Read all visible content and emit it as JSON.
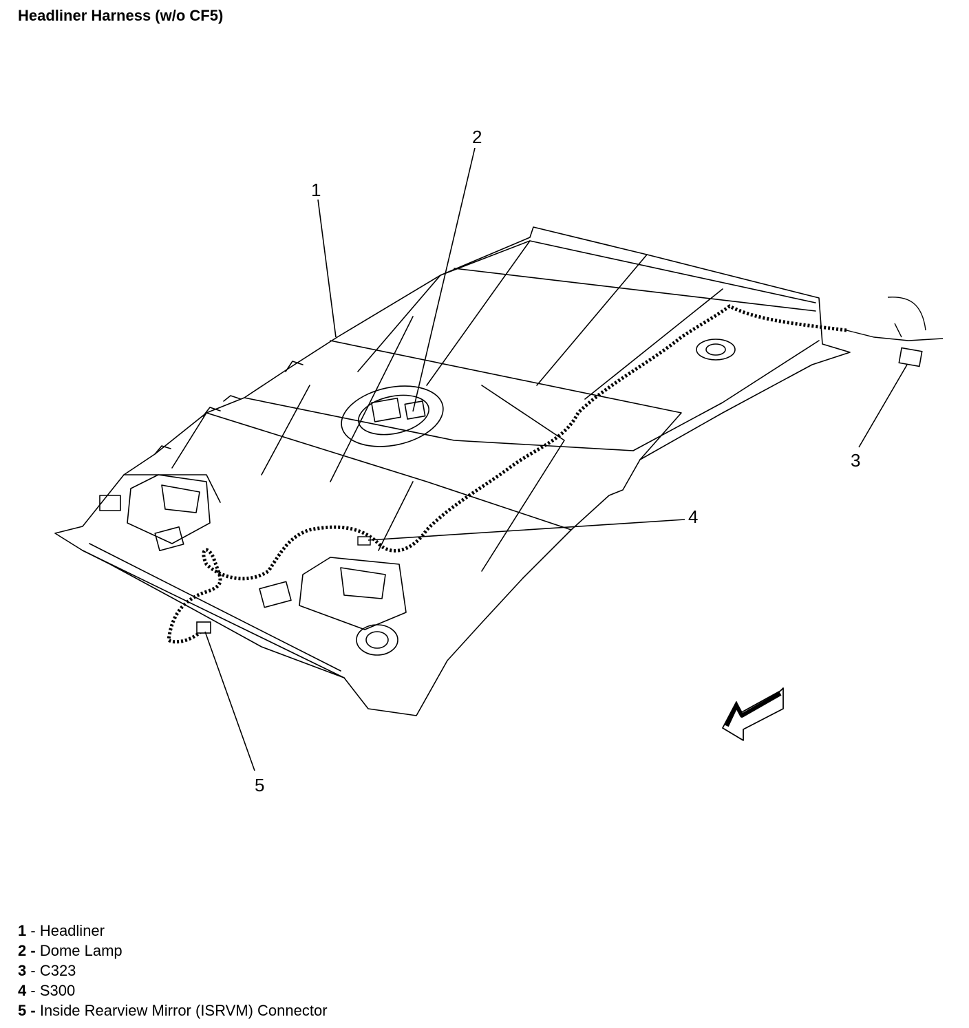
{
  "title": "Headliner Harness (w/o CF5)",
  "callouts": [
    {
      "num": "1",
      "label": "Headliner"
    },
    {
      "num": "2",
      "label": "Dome Lamp"
    },
    {
      "num": "3",
      "label": "C323"
    },
    {
      "num": "4",
      "label": "S300"
    },
    {
      "num": "5",
      "label": "Inside Rearview Mirror (ISRVM) Connector"
    }
  ],
  "legend_separator": "-",
  "icons": {
    "direction_arrow": "front-direction-arrow-icon"
  }
}
